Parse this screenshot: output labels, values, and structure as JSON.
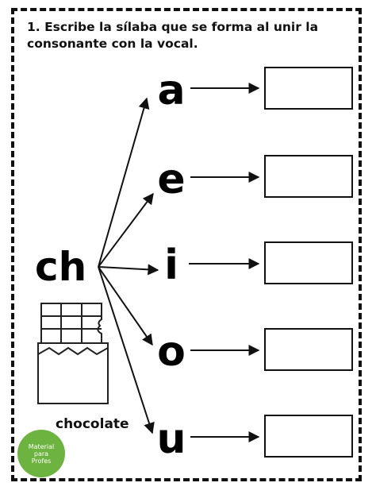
{
  "instruction": "1. Escribe la sílaba que se forma al unir la consonante con la vocal.",
  "consonant": "ch",
  "vowels": [
    "a",
    "e",
    "i",
    "o",
    "u"
  ],
  "word": "chocolate",
  "logo": {
    "line1": "Material",
    "line2": "para",
    "line3": "Profes",
    "color": "#6db33f"
  }
}
